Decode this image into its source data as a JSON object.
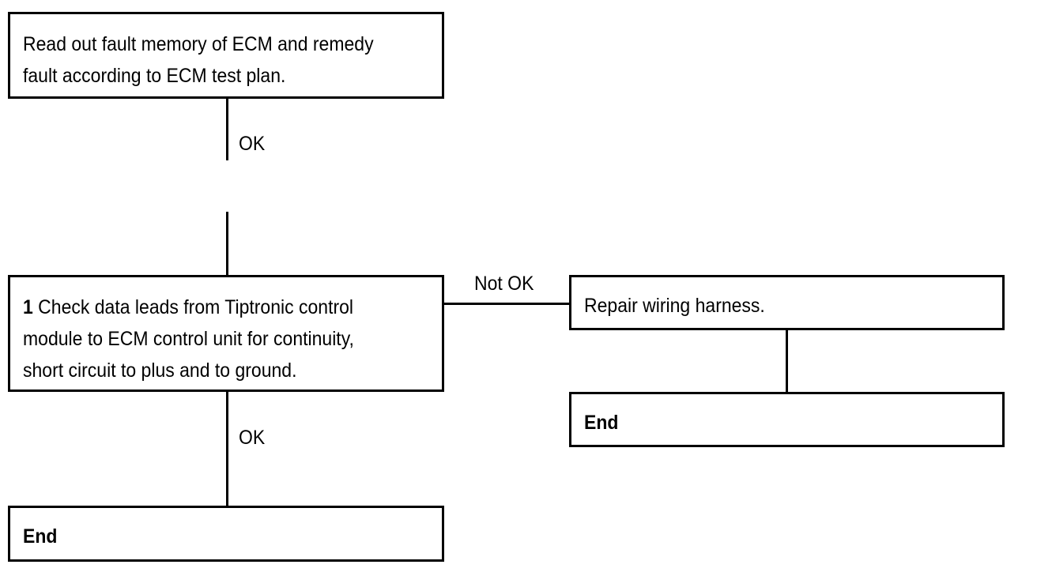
{
  "flowchart": {
    "box_top": {
      "text": "Read out fault memory of ECM and remedy\nfault according to ECM test plan."
    },
    "connector_ok_1": "OK",
    "box_step1": {
      "number": "1",
      "text": " Check data leads from Tiptronic control\nmodule to ECM control unit for continuity,\nshort circuit to plus and to ground."
    },
    "connector_not_ok": "Not OK",
    "box_repair": {
      "text": "Repair wiring harness."
    },
    "box_end_right": {
      "text": "End"
    },
    "connector_ok_2": "OK",
    "box_end_bottom": {
      "text": "End"
    }
  }
}
